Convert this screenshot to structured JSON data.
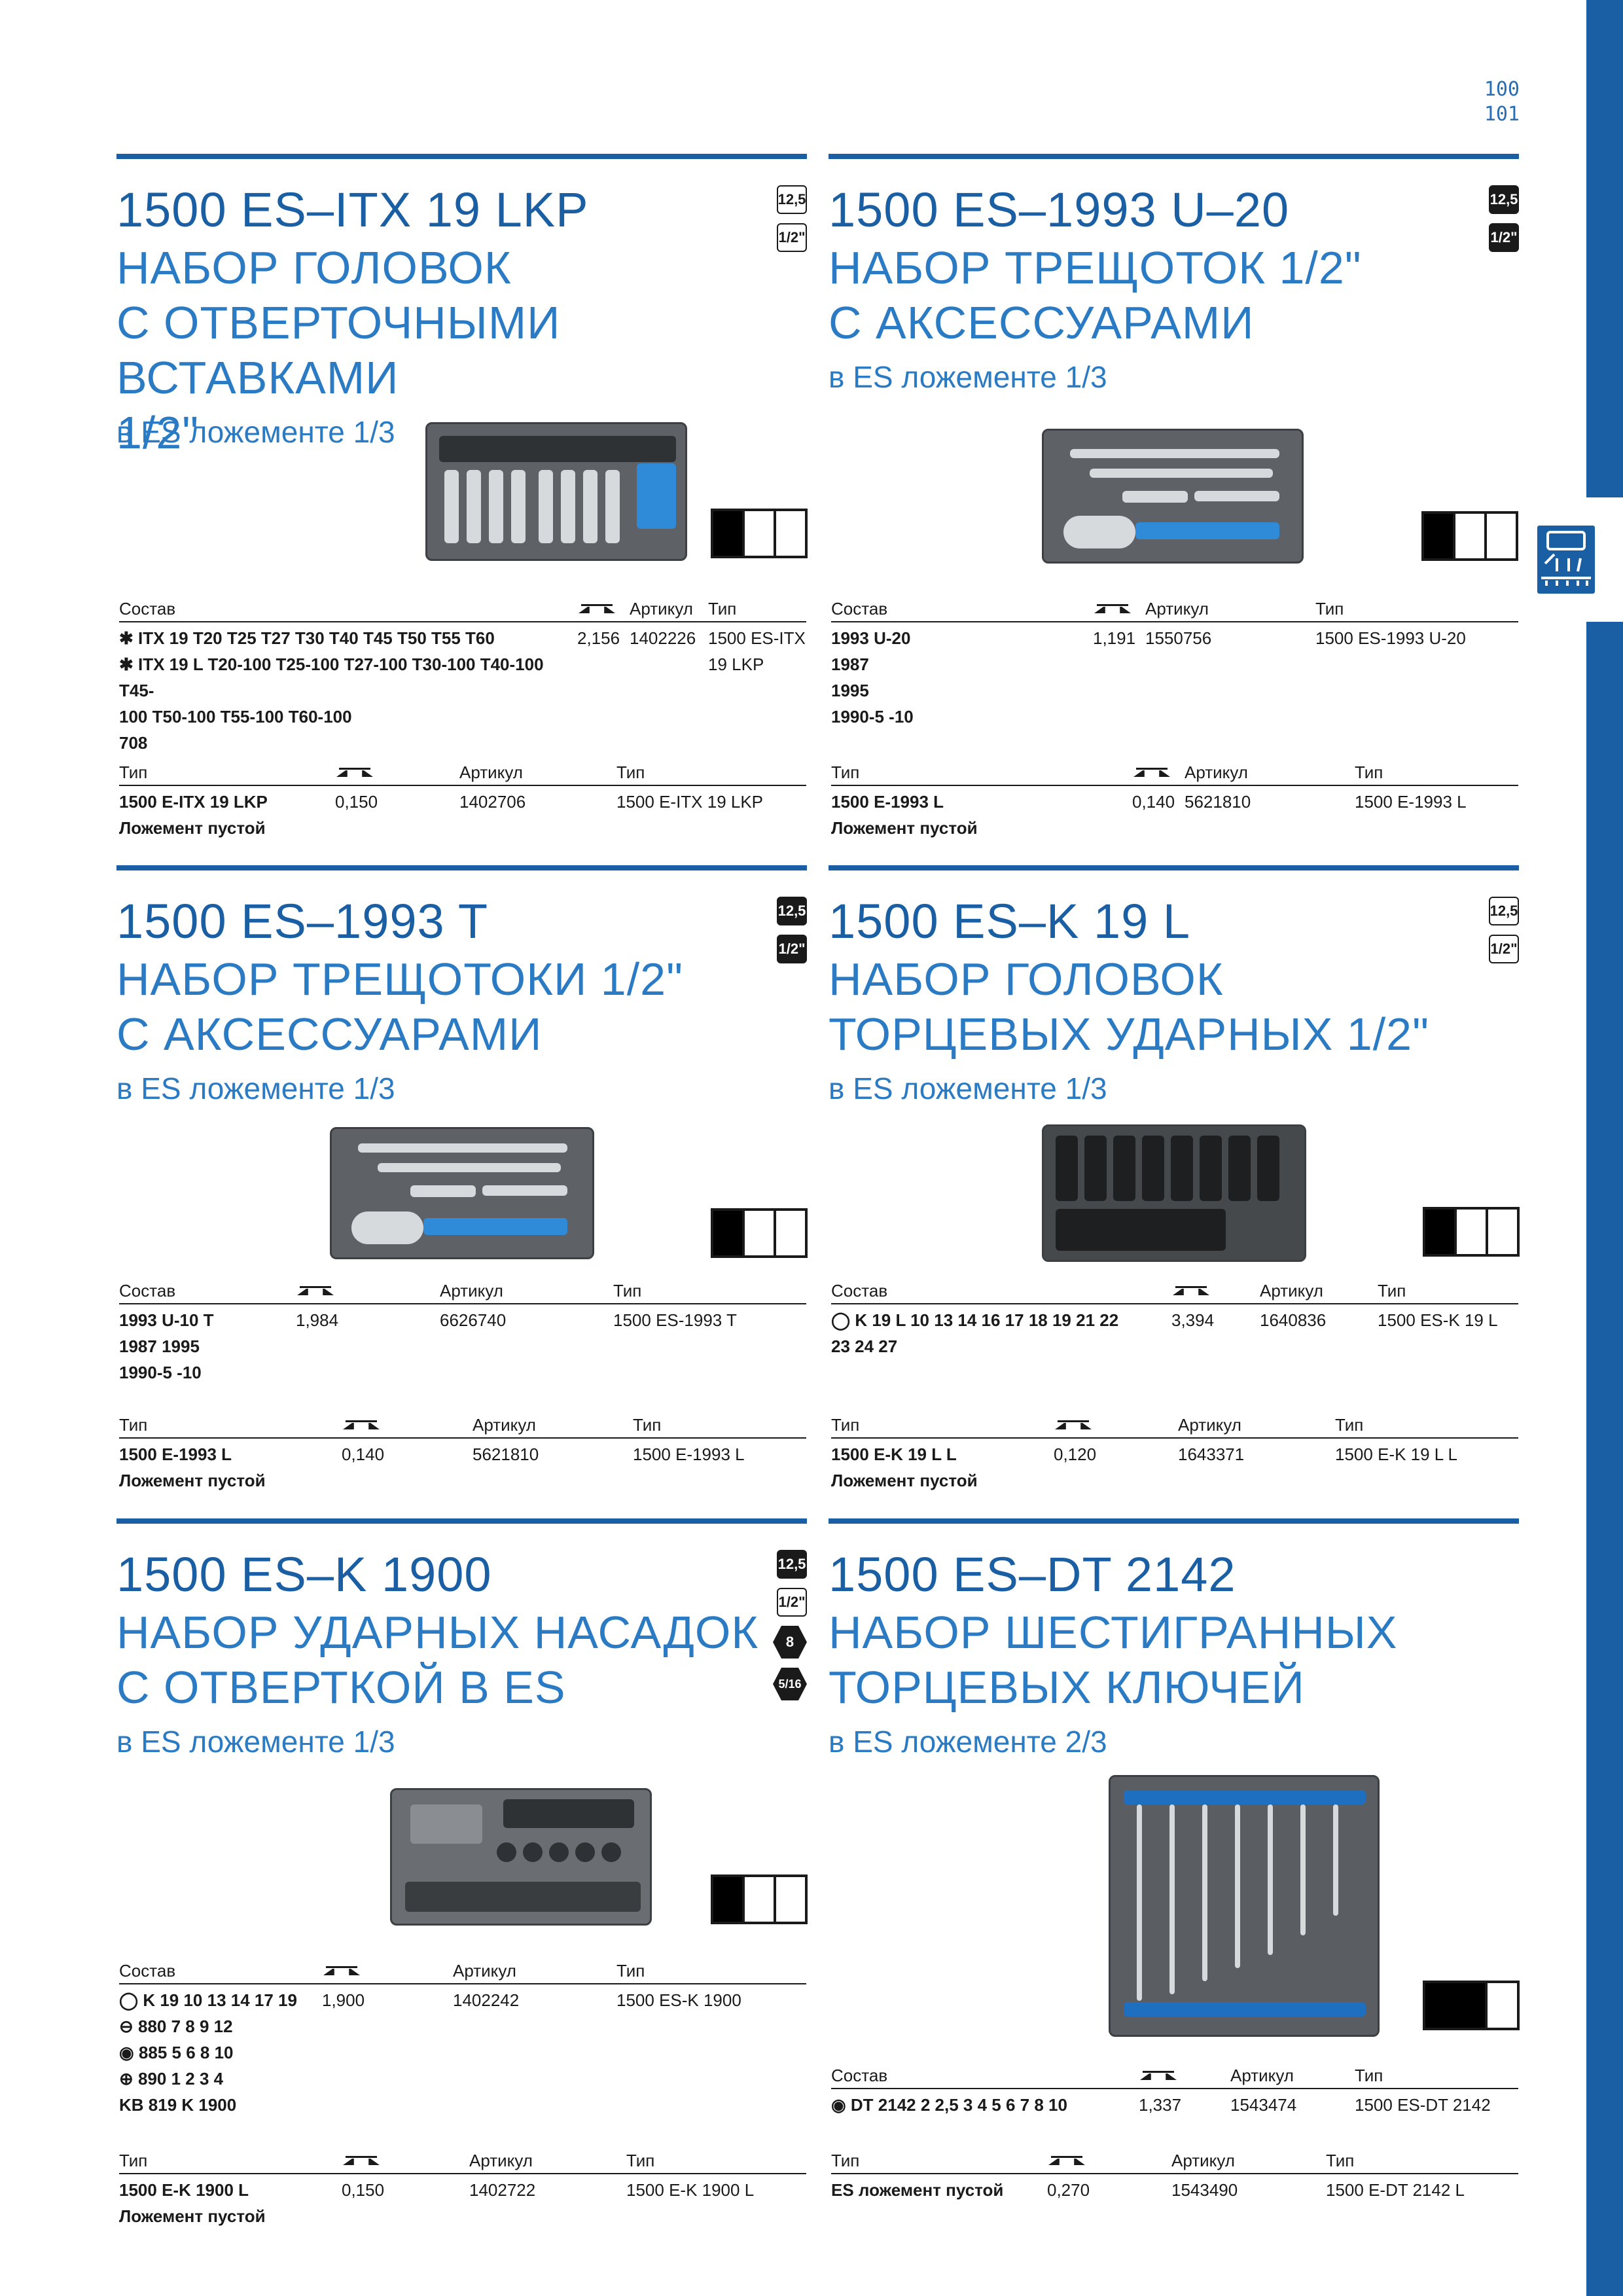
{
  "page_numbers": [
    "100",
    "101"
  ],
  "th_scale_icon": "scale-icon",
  "products": [
    {
      "title": "1500 ES–ITX 19 LKP",
      "subtitle": "НАБОР ГОЛОВОК\nС ОТВЕРТОЧНЫМИ ВСТАВКАМИ\n1/2\"",
      "tray": "в ES ложементе 1/3",
      "badges": [
        "12,5",
        "1/2\""
      ],
      "main_headers": [
        "Состав",
        "",
        "Артикул",
        "Тип"
      ],
      "main_row": {
        "composition": "✱ ITX 19 T20  T25  T27  T30  T40  T45  T50  T55  T60\n✱ ITX 19 L T20-100  T25-100  T27-100  T30-100  T40-100  T45-\n   100  T50-100  T55-100  T60-100\n708",
        "weight": "2,156",
        "article": "1402226",
        "type": "1500 ES-ITX 19 LKP"
      },
      "empty_headers": [
        "Тип",
        "",
        "Артикул",
        "Тип"
      ],
      "empty_row": {
        "type": "1500 E-ITX 19 LKP\nЛожемент пустой",
        "weight": "0,150",
        "article": "1402706",
        "type2": "1500 E-ITX 19 LKP"
      }
    },
    {
      "title": "1500 ES–1993 U–20",
      "subtitle": "НАБОР ТРЕЩОТОК 1/2\"\nС АКСЕССУАРАМИ",
      "tray": "в ES ложементе 1/3",
      "badges": [
        "12,5",
        "1/2\""
      ],
      "main_headers": [
        "Состав",
        "",
        "Артикул",
        "Тип"
      ],
      "main_row": {
        "composition": "1993 U-20\n1987\n1995\n1990-5  -10",
        "weight": "1,191",
        "article": "1550756",
        "type": "1500 ES-1993 U-20"
      },
      "empty_headers": [
        "Тип",
        "",
        "Артикул",
        "Тип"
      ],
      "empty_row": {
        "type": "1500 E-1993 L\nЛожемент пустой",
        "weight": "0,140",
        "article": "5621810",
        "type2": "1500 E-1993 L"
      }
    },
    {
      "title": "1500 ES–1993 T",
      "subtitle": "НАБОР ТРЕЩОТОКИ 1/2\"\nС АКСЕССУАРАМИ",
      "tray": "в ES ложементе 1/3",
      "badges": [
        "12,5",
        "1/2\""
      ],
      "main_headers": [
        "Состав",
        "",
        "Артикул",
        "Тип"
      ],
      "main_row": {
        "composition": "1993 U-10 T\n1987   1995\n1990-5  -10",
        "weight": "1,984",
        "article": "6626740",
        "type": "1500 ES-1993 T"
      },
      "empty_headers": [
        "Тип",
        "",
        "Артикул",
        "Тип"
      ],
      "empty_row": {
        "type": "1500 E-1993 L\nЛожемент пустой",
        "weight": "0,140",
        "article": "5621810",
        "type2": "1500 E-1993 L"
      }
    },
    {
      "title": "1500 ES–K 19 L",
      "subtitle": "НАБОР ГОЛОВОК\nТОРЦЕВЫХ УДАРНЫХ 1/2\"",
      "tray": "в ES ложементе 1/3",
      "badges": [
        "12,5",
        "1/2\""
      ],
      "main_headers": [
        "Состав",
        "",
        "Артикул",
        "Тип"
      ],
      "main_row": {
        "composition": "◯ K 19 L 10  13  14  16  17  18  19  21  22\n   23  24  27",
        "weight": "3,394",
        "article": "1640836",
        "type": "1500 ES-K 19 L"
      },
      "empty_headers": [
        "Тип",
        "",
        "Артикул",
        "Тип"
      ],
      "empty_row": {
        "type": "1500 E-K 19 L L\nЛожемент пустой",
        "weight": "0,120",
        "article": "1643371",
        "type2": "1500 E-K 19 L L"
      }
    },
    {
      "title": "1500 ES–K 1900",
      "subtitle": "НАБОР УДАРНЫХ НАСАДОК\nС ОТВЕРТКОЙ В ES",
      "tray": "в ES ложементе 1/3",
      "badges": [
        "12,5",
        "1/2\"",
        "8",
        "5/16"
      ],
      "main_headers": [
        "Состав",
        "",
        "Артикул",
        "Тип"
      ],
      "main_row": {
        "composition": "◯ K 19 10  13  14  17  19\n⊖ 880 7  8  9  12\n◉ 885 5  6  8  10\n⊕ 890 1  2  3  4\nKB 819     K 1900",
        "weight": "1,900",
        "article": "1402242",
        "type": "1500 ES-K 1900"
      },
      "empty_headers": [
        "Тип",
        "",
        "Артикул",
        "Тип"
      ],
      "empty_row": {
        "type": "1500 E-K 1900 L\nЛожемент пустой",
        "weight": "0,150",
        "article": "1402722",
        "type2": "1500 E-K 1900 L"
      }
    },
    {
      "title": "1500 ES–DT 2142",
      "subtitle": "НАБОР ШЕСТИГРАННЫХ\nТОРЦЕВЫХ КЛЮЧЕЙ",
      "tray": "в ES ложементе 2/3",
      "badges": [],
      "main_headers": [
        "Состав",
        "",
        "Артикул",
        "Тип"
      ],
      "main_row": {
        "composition": "◉ DT 2142 2  2,5  3  4  5  6  7  8  10",
        "weight": "1,337",
        "article": "1543474",
        "type": "1500 ES-DT 2142"
      },
      "empty_headers": [
        "Тип",
        "",
        "Артикул",
        "Тип"
      ],
      "empty_row": {
        "type": "ES ложемент пустой",
        "weight": "0,270",
        "article": "1543490",
        "type2": "1500 E-DT 2142 L"
      }
    }
  ]
}
